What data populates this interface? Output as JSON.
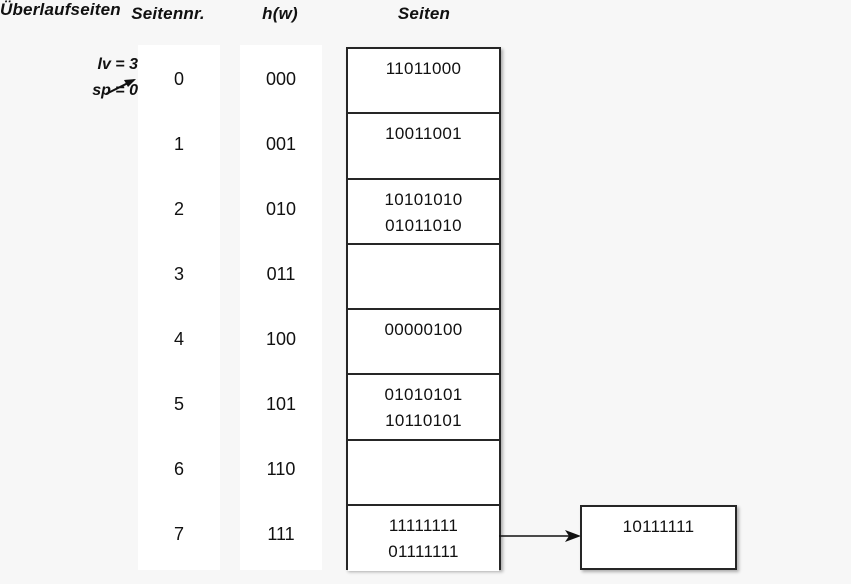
{
  "headers": {
    "seitennr": "Seitennr.",
    "hw": "h(w)",
    "seiten": "Seiten",
    "ueberlaufseiten": "Überlaufseiten"
  },
  "params": {
    "lv": "lv = 3",
    "sp": "sp = 0",
    "pointer_icon": "arrow-up-right-icon",
    "points_to_row": 0
  },
  "colors": {
    "background": "#f7f7f7",
    "strip": "#ffffff",
    "border": "#262626",
    "text": "#111111",
    "cell_background": "#ffffff"
  },
  "columns": {
    "seitennr": [
      "0",
      "1",
      "2",
      "3",
      "4",
      "5",
      "6",
      "7"
    ],
    "hw": [
      "000",
      "001",
      "010",
      "011",
      "100",
      "101",
      "110",
      "111"
    ]
  },
  "pages": [
    {
      "index": 0,
      "entries": [
        "11011000"
      ]
    },
    {
      "index": 1,
      "entries": [
        "10011001"
      ]
    },
    {
      "index": 2,
      "entries": [
        "10101010",
        "01011010"
      ]
    },
    {
      "index": 3,
      "entries": []
    },
    {
      "index": 4,
      "entries": [
        "00000100"
      ]
    },
    {
      "index": 5,
      "entries": [
        "01010101",
        "10110101"
      ]
    },
    {
      "index": 6,
      "entries": []
    },
    {
      "index": 7,
      "entries": [
        "11111111",
        "01111111"
      ]
    }
  ],
  "overflow": {
    "from_row": 7,
    "arrow_icon": "arrow-right-icon",
    "pages": [
      {
        "entries": [
          "10111111"
        ]
      }
    ]
  }
}
